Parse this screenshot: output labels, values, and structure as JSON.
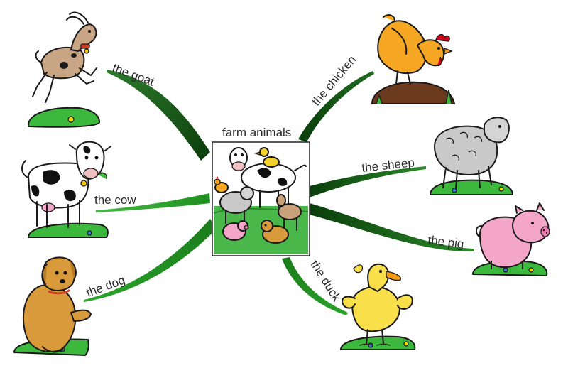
{
  "center": {
    "title": "farm animals",
    "icon": "farm-animals-group-image"
  },
  "branches": [
    {
      "id": "goat",
      "label": "the goat",
      "icon": "goat-icon",
      "branch_color": "#0f4d0f"
    },
    {
      "id": "cow",
      "label": "the cow",
      "icon": "cow-icon",
      "branch_color": "#2fa32f"
    },
    {
      "id": "dog",
      "label": "the dog",
      "icon": "dog-icon",
      "branch_color": "#1e8c1e"
    },
    {
      "id": "chicken",
      "label": "the chicken",
      "icon": "chicken-icon",
      "branch_color": "#0f4d0f"
    },
    {
      "id": "sheep",
      "label": "the sheep",
      "icon": "sheep-icon",
      "branch_color": "#0f4d0f"
    },
    {
      "id": "pig",
      "label": "the pig",
      "icon": "pig-icon",
      "branch_color": "#156b15"
    },
    {
      "id": "duck",
      "label": "the duck",
      "icon": "duck-icon",
      "branch_color": "#1e8c1e"
    }
  ],
  "colors": {
    "grass": "#3cb83c",
    "dark_branch": "#0f4d0f",
    "light_branch": "#2fa32f"
  }
}
